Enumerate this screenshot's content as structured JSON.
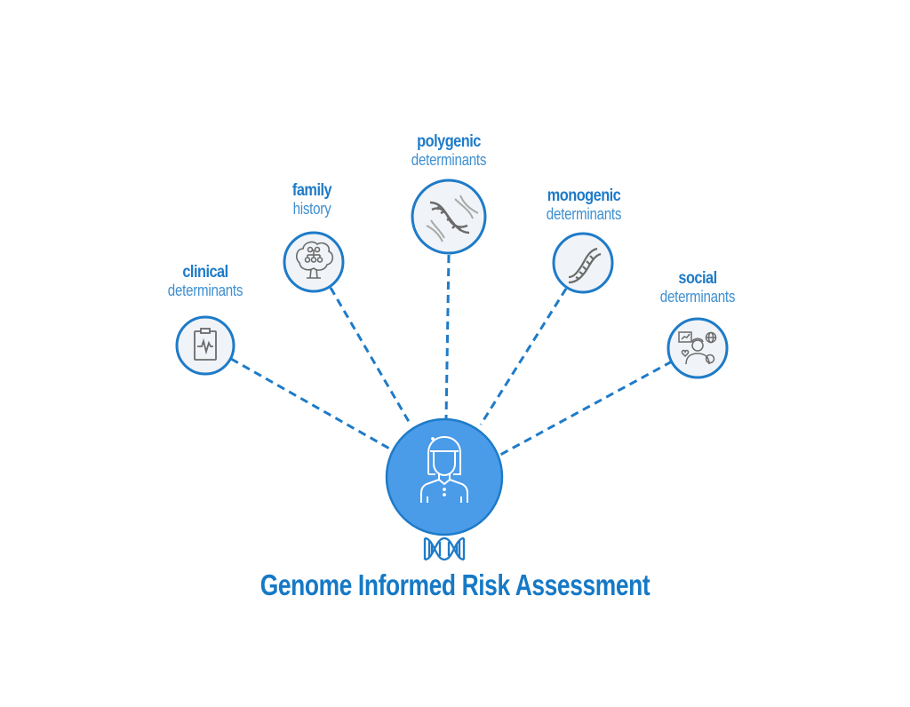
{
  "diagram": {
    "title": "Genome Informed Risk Assessment",
    "center": {
      "icon": "woman-person-icon",
      "sub_icon": "dna-icon",
      "fill_color": "#4A9BE8",
      "border_color": "#1E7BC8"
    },
    "nodes": [
      {
        "id": "clinical",
        "title": "clinical",
        "subtitle": "determinants",
        "icon": "clipboard-heartbeat-icon"
      },
      {
        "id": "family",
        "title": "family",
        "subtitle": "history",
        "icon": "family-tree-icon"
      },
      {
        "id": "polygenic",
        "title": "polygenic",
        "subtitle": "determinants",
        "icon": "multiple-dna-icon"
      },
      {
        "id": "monogenic",
        "title": "monogenic",
        "subtitle": "determinants",
        "icon": "dna-icon"
      },
      {
        "id": "social",
        "title": "social",
        "subtitle": "determinants",
        "icon": "person-social-icon"
      }
    ],
    "colors": {
      "accent": "#1E7BC8",
      "node_fill": "#F0F3F7",
      "icon_gray": "#6B6B6B",
      "background": "#FFFFFF"
    }
  }
}
